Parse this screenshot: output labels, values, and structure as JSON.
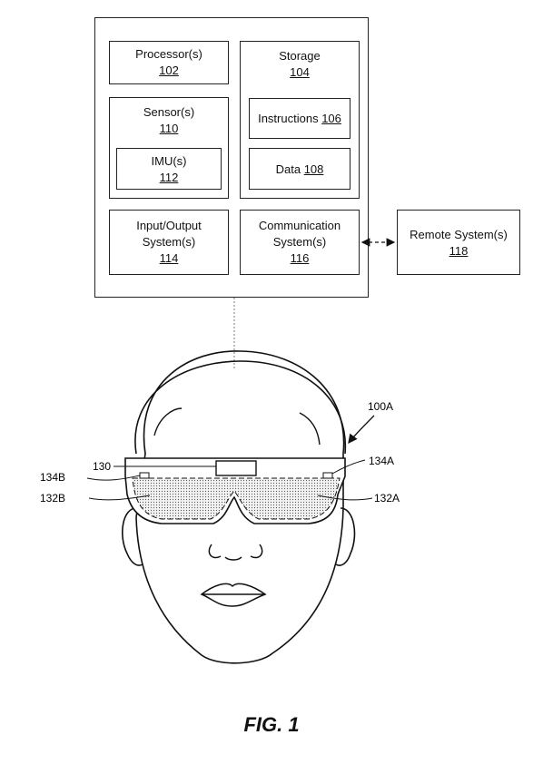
{
  "blocks": {
    "processor": {
      "label": "Processor(s)",
      "number": "102"
    },
    "storage": {
      "label": "Storage",
      "number": "104"
    },
    "instructions": {
      "label": "Instructions",
      "number": "106"
    },
    "data": {
      "label": "Data",
      "number": "108"
    },
    "sensor": {
      "label": "Sensor(s)",
      "number": "110"
    },
    "imu": {
      "label": "IMU(s)",
      "number": "112"
    },
    "io": {
      "label_line1": "Input/Output",
      "label_line2": "System(s)",
      "number": "114"
    },
    "comm": {
      "label_line1": "Communication",
      "label_line2": "System(s)",
      "number": "116"
    },
    "remote": {
      "label": "Remote System(s)",
      "number": "118"
    }
  },
  "callouts": {
    "device": "100A",
    "sensor_130": "130",
    "lens_right_edge": "134A",
    "lens_left_edge": "134B",
    "lens_left": "132B",
    "lens_right": "132A"
  },
  "caption": "FIG. 1"
}
